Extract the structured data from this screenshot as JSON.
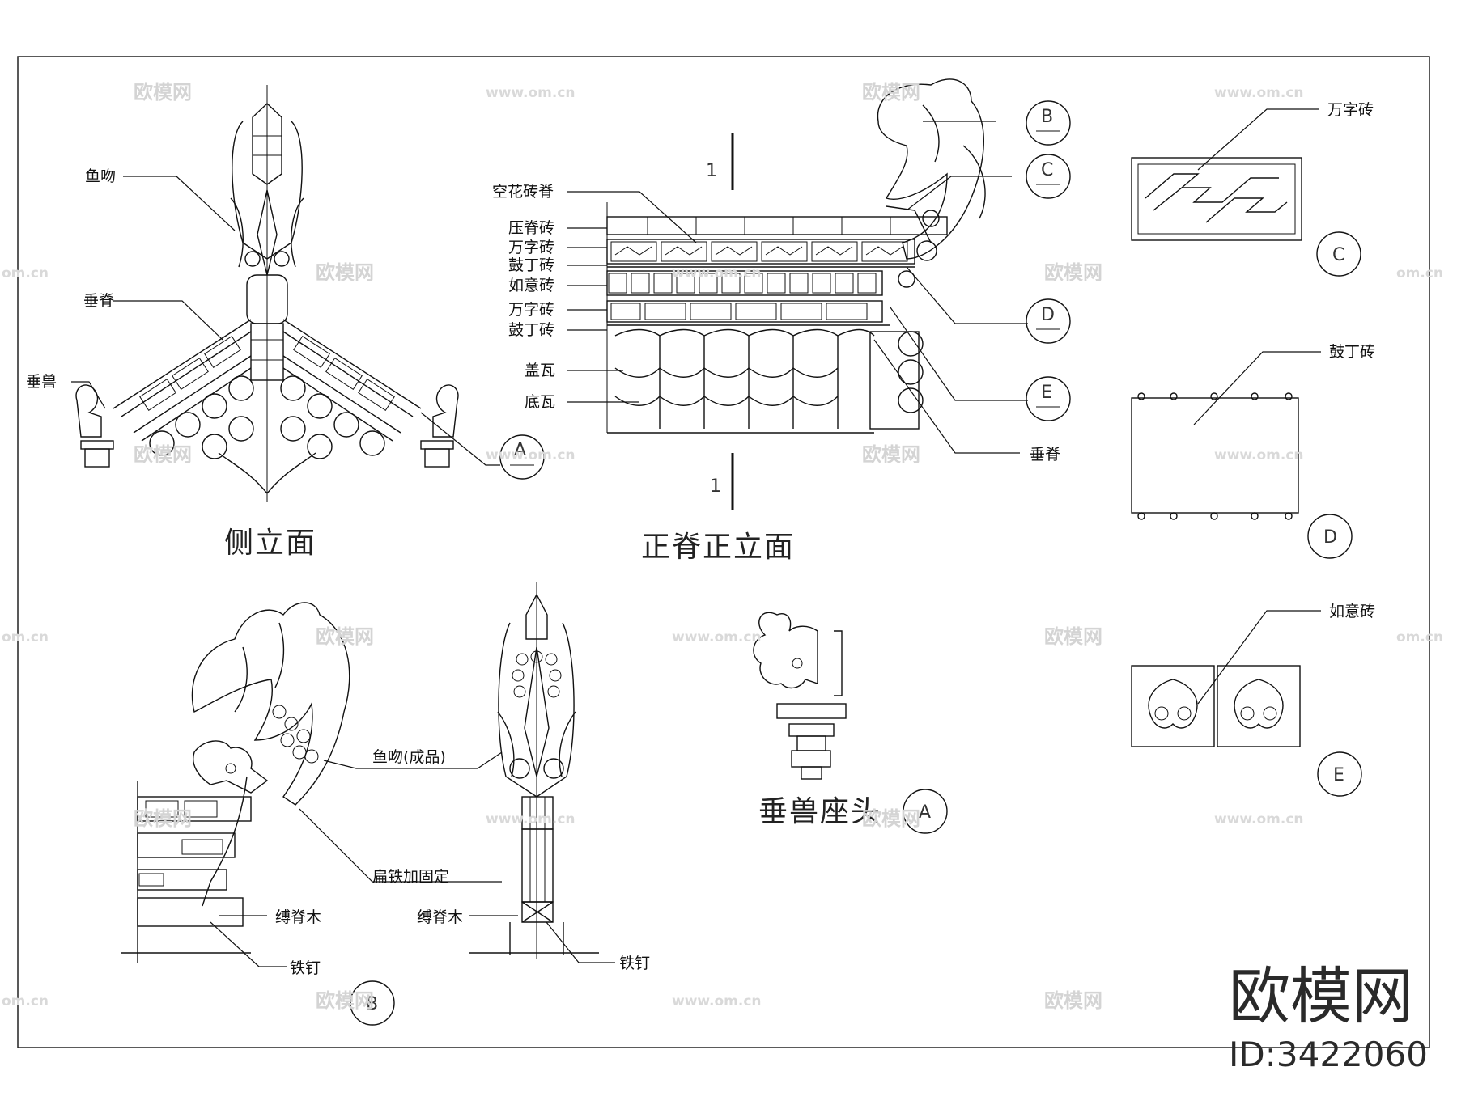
{
  "side_elevation": {
    "title": "侧立面",
    "labels": {
      "fish_kiss": "鱼吻",
      "ridge": "垂脊",
      "beast": "垂兽"
    }
  },
  "main_ridge_front": {
    "title": "正脊正立面",
    "section_mark": "1",
    "layers": [
      "空花砖脊",
      "压脊砖",
      "万字砖",
      "鼓丁砖",
      "如意砖",
      "万字砖",
      "鼓丁砖",
      "盖瓦",
      "底瓦"
    ],
    "ridge_label": "垂脊"
  },
  "details": {
    "fish_kiss_product": "鱼吻(成品)",
    "flat_iron": "扁铁加固定",
    "ridge_wood_1": "缚脊木",
    "ridge_wood_2": "缚脊木",
    "nail_1": "铁钉",
    "nail_2": "铁钉",
    "beast_seat_title": "垂兽座头"
  },
  "callouts": {
    "a": "A",
    "b": "B",
    "c": "C",
    "d": "D",
    "e": "E"
  },
  "legend": {
    "wanzi": "万字砖",
    "guding": "鼓丁砖",
    "ruyi": "如意砖"
  },
  "watermark": {
    "logo": "欧模网",
    "url": "www.om.cn",
    "url_short": "om.cn"
  },
  "brand": {
    "name": "欧模网",
    "id": "ID:3422060"
  }
}
